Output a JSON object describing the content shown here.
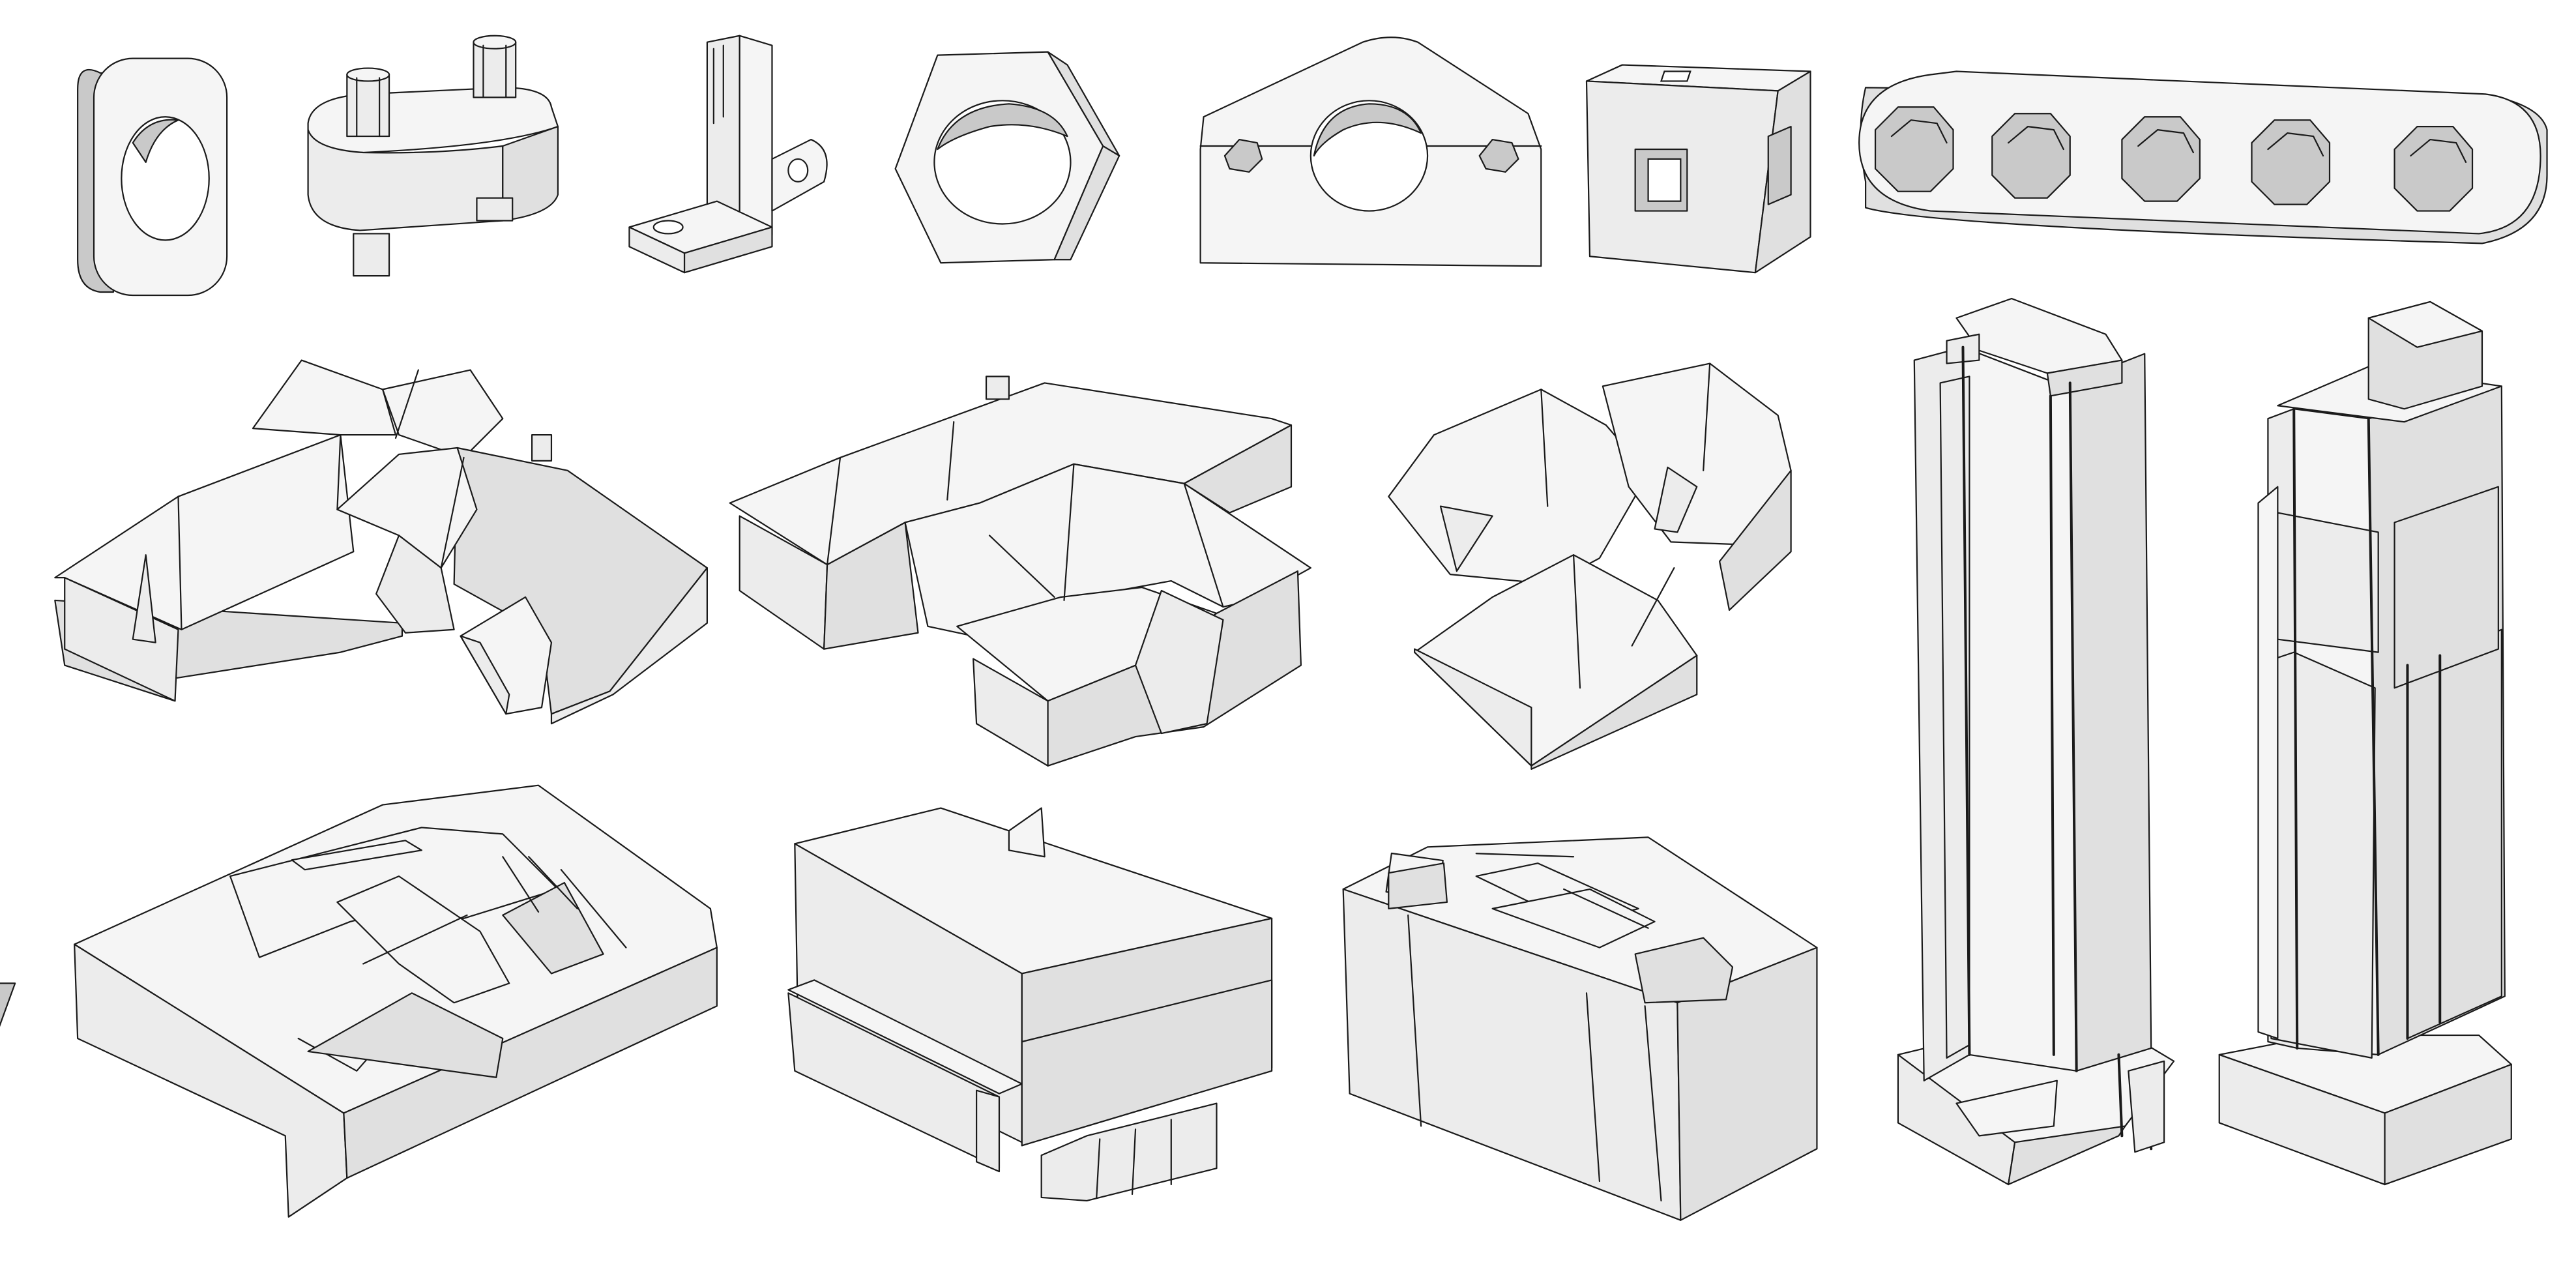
{
  "gallery": {
    "background": "#ffffff",
    "outline_color": "#1a1a1a",
    "models": [
      {
        "kind": "cad-part",
        "icon": "rounded-washer-icon"
      },
      {
        "kind": "cad-part",
        "icon": "link-with-pins-icon"
      },
      {
        "kind": "cad-part",
        "icon": "angle-bracket-icon"
      },
      {
        "kind": "cad-part",
        "icon": "hex-nut-icon"
      },
      {
        "kind": "cad-part",
        "icon": "mounting-plate-icon"
      },
      {
        "kind": "cad-part",
        "icon": "hollow-cube-icon"
      },
      {
        "kind": "cad-part",
        "icon": "perforated-bar-icon"
      },
      {
        "kind": "building",
        "icon": "house-roof-icon"
      },
      {
        "kind": "building",
        "icon": "house-roof-icon"
      },
      {
        "kind": "building",
        "icon": "house-roof-icon"
      },
      {
        "kind": "building",
        "icon": "flat-roof-building-icon"
      },
      {
        "kind": "building",
        "icon": "box-building-icon"
      },
      {
        "kind": "building",
        "icon": "office-block-icon"
      },
      {
        "kind": "building",
        "icon": "skyscraper-icon"
      },
      {
        "kind": "building",
        "icon": "skyscraper-icon"
      }
    ]
  }
}
